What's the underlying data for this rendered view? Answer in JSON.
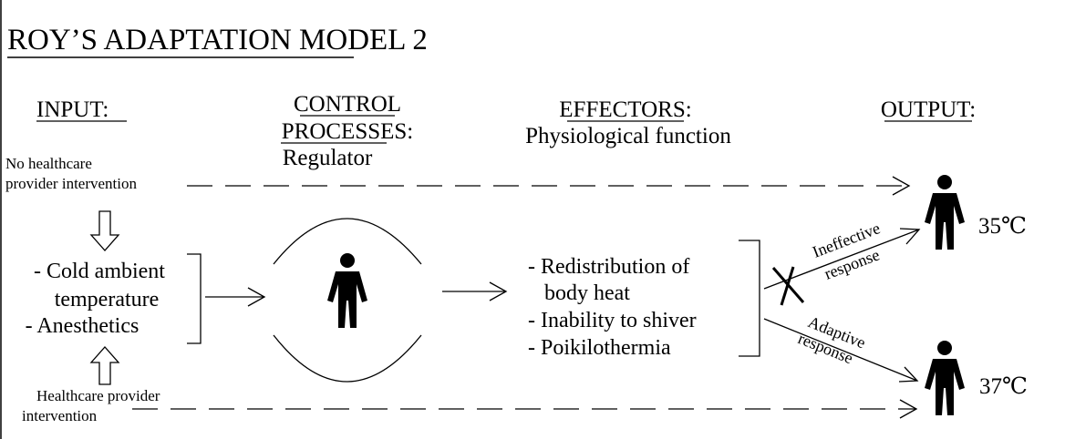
{
  "title": "ROY’S ADAPTATION MODEL 2",
  "headers": {
    "input": "INPUT:",
    "control_line1": "CONTROL",
    "control_line2": "PROCESSES:",
    "control_line3": "Regulator",
    "effectors": "EFFECTORS:",
    "effectors_sub": "Physiological function",
    "output": "OUTPUT:"
  },
  "input": {
    "no_intervention_line1": "No healthcare",
    "no_intervention_line2": "provider intervention",
    "stimuli_line1": "- Cold ambient",
    "stimuli_line2": "temperature",
    "stimuli_line3": "- Anesthetics",
    "intervention_line1": "Healthcare provider",
    "intervention_line2": "intervention"
  },
  "effectors_list": {
    "item1_line1": "- Redistribution of",
    "item1_line2": "body heat",
    "item2": "- Inability to shiver",
    "item3": "- Poikilothermia"
  },
  "responses": {
    "ineffective_line1": "Ineffective",
    "ineffective_line2": "response",
    "adaptive_line1": "Adaptive",
    "adaptive_line2": "response"
  },
  "outputs": {
    "temp_ineffective": "35℃",
    "temp_adaptive": "37℃"
  },
  "icons": [
    "person-icon",
    "hollow-arrow-down-icon",
    "hollow-arrow-up-icon",
    "cross-mark-icon"
  ]
}
